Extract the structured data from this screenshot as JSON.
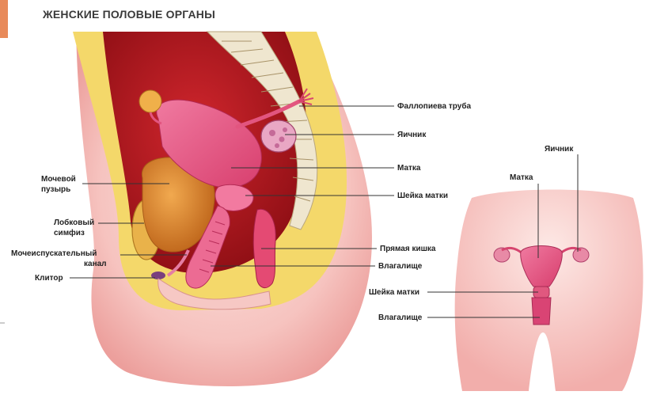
{
  "title": "ЖЕНСКИЕ ПОЛОВЫЕ ОРГАНЫ",
  "sagittal_labels": {
    "fallopian_tube": "Фаллопиева труба",
    "ovary": "Яичник",
    "uterus": "Матка",
    "cervix": "Шейка матки",
    "bladder_line1": "Мочевой",
    "bladder_line2": "пузырь",
    "pubic_line1": "Лобковый",
    "pubic_line2": "симфиз",
    "urethra_line1": "Мочеиспускательный",
    "urethra_line2": "канал",
    "clitoris": "Клитор",
    "rectum": "Прямая кишка",
    "vagina": "Влагалище"
  },
  "frontal_labels": {
    "ovary": "Яичник",
    "uterus": "Матка",
    "cervix": "Шейка матки",
    "vagina": "Влагалище"
  },
  "colors": {
    "skin": "#f3b7b4",
    "skin_light": "#fbe0dc",
    "fat": "#f4d86a",
    "cavity": "#b2141c",
    "organ_pink": "#e75a86",
    "bladder": "#d9852e",
    "bone": "#efe6cf",
    "line": "#333333"
  }
}
